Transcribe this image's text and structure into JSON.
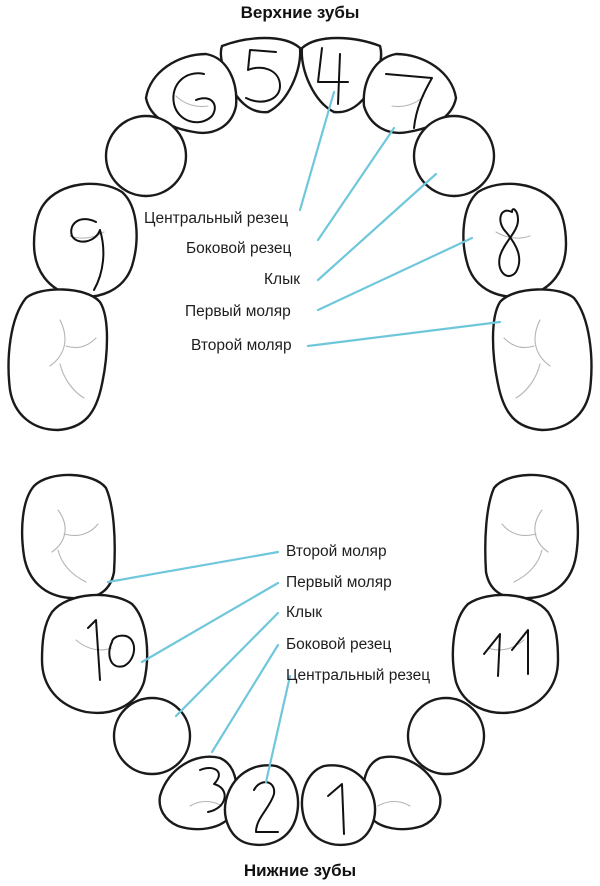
{
  "upper_jaw": {
    "title": "Верхние зубы",
    "labels": [
      "Центральный резец",
      "Боковой резец",
      "Клык",
      "Первый моляр",
      "Второй моляр"
    ]
  },
  "lower_jaw": {
    "title": "Нижние зубы",
    "labels": [
      "Второй моляр",
      "Первый моляр",
      "Клык",
      "Боковой резец",
      "Центральный резец"
    ]
  },
  "colors": {
    "leader_line": "#6fc7dc",
    "tooth_outline": "#1a1a1a",
    "groove": "#b5b5b5"
  }
}
